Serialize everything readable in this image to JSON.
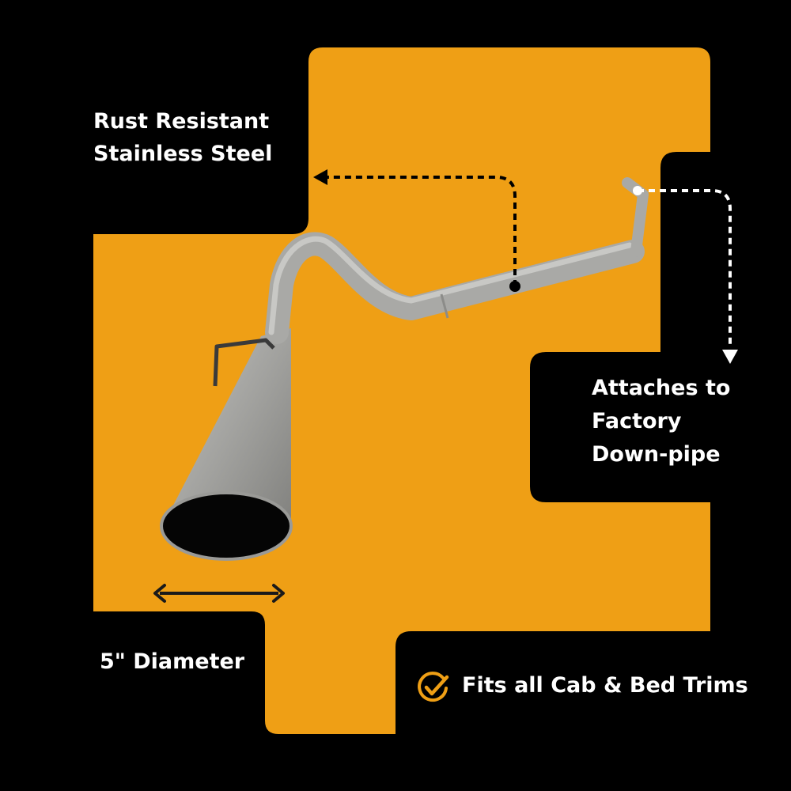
{
  "colors": {
    "background": "#000000",
    "accent": "#EF9F15",
    "text": "#FFFFFF",
    "pipe": "#A8A8A5"
  },
  "callouts": {
    "material": {
      "line1": "Rust Resistant",
      "line2": "Stainless Steel"
    },
    "attach": {
      "line1": "Attaches to",
      "line2": "Factory",
      "line3": "Down-pipe"
    },
    "diameter": {
      "text": "5\" Diameter"
    },
    "fitment": {
      "text": "Fits all Cab & Bed Trims",
      "icon": "check-circle-icon"
    }
  }
}
